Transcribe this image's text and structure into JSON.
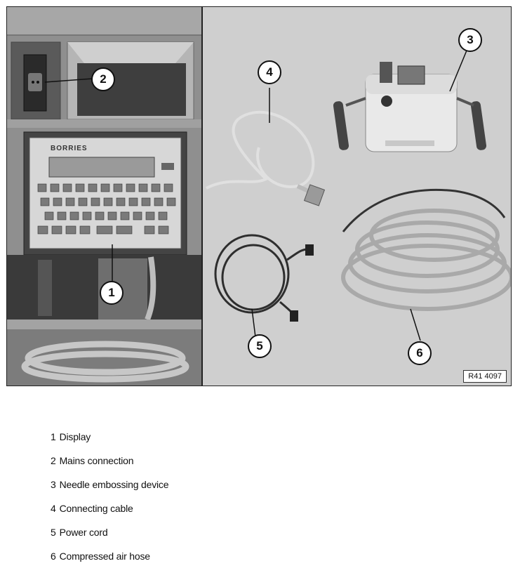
{
  "figure": {
    "reference_code": "R41 4097",
    "brand_label": "BORRIES",
    "callouts": [
      "1",
      "2",
      "3",
      "4",
      "5",
      "6"
    ]
  },
  "legend": [
    {
      "number": "1",
      "label": "Display"
    },
    {
      "number": "2",
      "label": "Mains connection"
    },
    {
      "number": "3",
      "label": "Needle embossing device"
    },
    {
      "number": "4",
      "label": "Connecting cable"
    },
    {
      "number": "5",
      "label": "Power cord"
    },
    {
      "number": "6",
      "label": "Compressed air hose"
    }
  ]
}
